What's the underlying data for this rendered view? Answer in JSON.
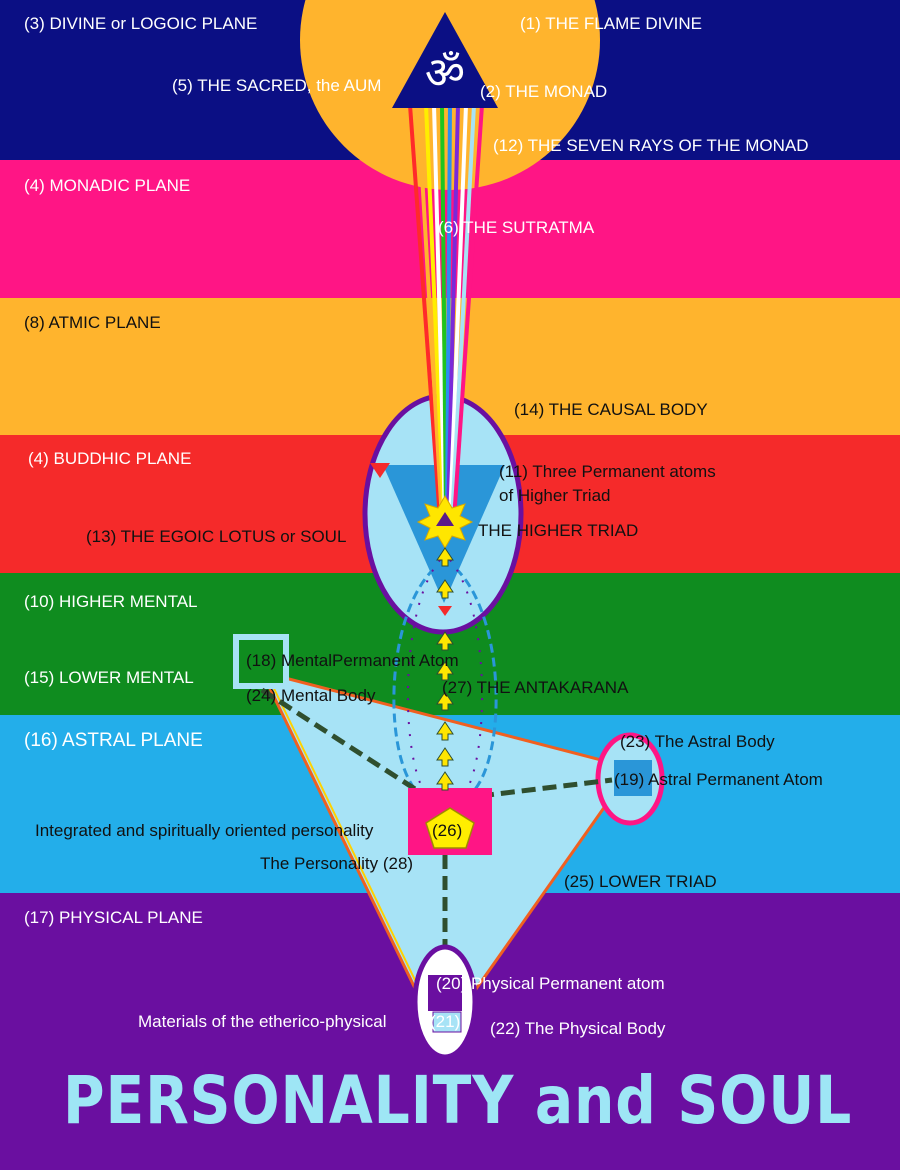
{
  "colors": {
    "divine": "#0b0f84",
    "monadic": "#ff1585",
    "atmic": "#ffb42d",
    "buddhic": "#f52a2a",
    "higher_mental": "#0f8c1f",
    "lower_mental": "#0f8c1f",
    "astral": "#23aeea",
    "physical": "#6a0fa0",
    "sun": "#ffb42d",
    "triangle_fill": "#a7e3f6",
    "title": "#9ee6f5"
  },
  "labels": {
    "divine_plane": "(3) DIVINE or LOGOIC PLANE",
    "flame_divine": "(1) THE FLAME DIVINE",
    "sacred_aum": "(5) THE SACRED, the AUM",
    "monad": "(2) THE MONAD",
    "seven_rays": "(12) THE SEVEN RAYS OF THE MONAD",
    "monadic_plane": "(4) MONADIC PLANE",
    "sutratma": "(6) THE SUTRATMA",
    "atmic_plane": "(8) ATMIC PLANE",
    "causal_body": "(14) THE CAUSAL BODY",
    "buddhic_plane": "(4) BUDDHIC PLANE",
    "permanent_atoms_1": "(11) Three Permanent atoms",
    "permanent_atoms_2": "of Higher Triad",
    "egoic_lotus": "(13) THE EGOIC LOTUS or SOUL",
    "higher_triad": "THE HIGHER TRIAD",
    "higher_mental": "(10) HIGHER MENTAL",
    "mental_permanent_atom": "(18) MentalPermanent Atom",
    "lower_mental": "(15) LOWER MENTAL",
    "mental_body": "(24) Mental Body",
    "antakarana": "(27) THE ANTAKARANA",
    "astral_plane": "(16) ASTRAL PLANE",
    "astral_body": "(23) The Astral Body",
    "astral_permanent_atom": "(19) Astral Permanent Atom",
    "integrated_personality": "Integrated and spiritually oriented personality",
    "num_26": "(26)",
    "personality": "The Personality (28)",
    "lower_triad": "(25) LOWER TRIAD",
    "physical_plane": "(17) PHYSICAL PLANE",
    "physical_permanent_atom": "(20) Physical Permanent atom",
    "etherico_physical": "Materials of the etherico-physical",
    "num_21": "(21)",
    "physical_body": "(22) The Physical Body"
  },
  "aum_symbol": "ॐ",
  "title": "PERSONALITY and SOUL"
}
